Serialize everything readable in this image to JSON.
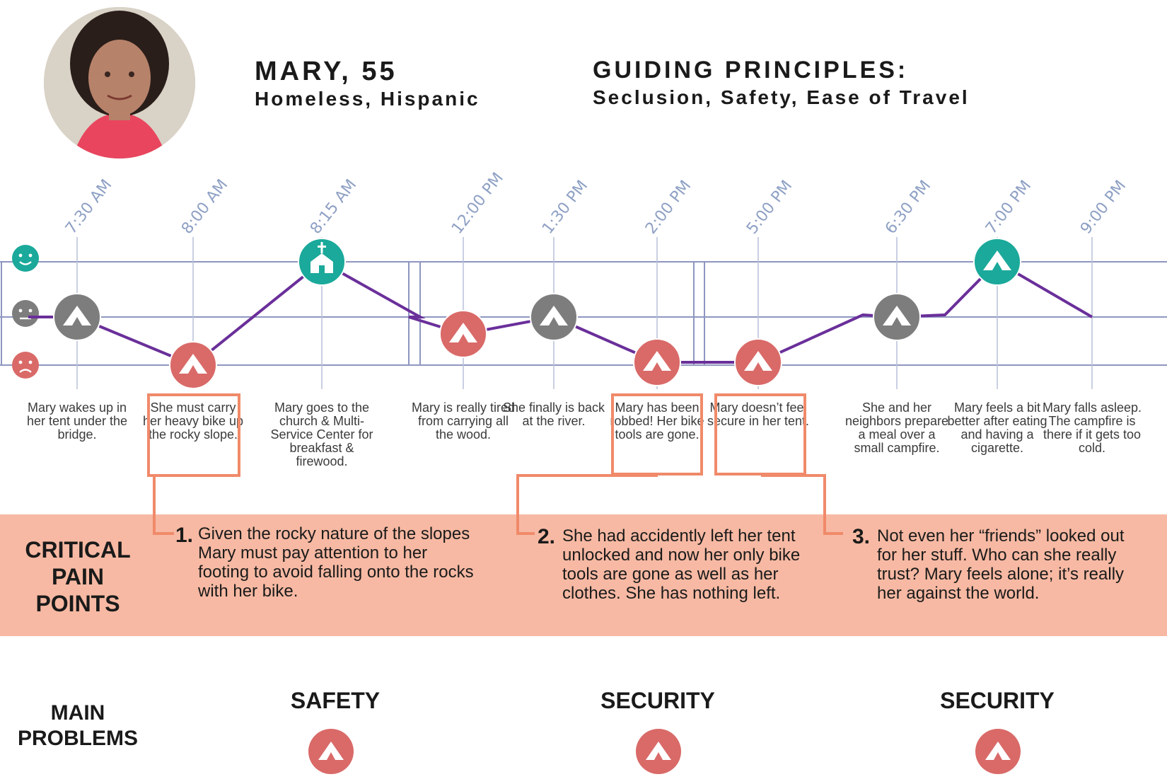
{
  "persona": {
    "name": "MARY, 55",
    "descriptor": "Homeless, Hispanic",
    "principles_heading": "GUIDING PRINCIPLES:",
    "principles": "Seclusion, Safety, Ease of Travel"
  },
  "mood_levels": [
    "happy",
    "neutral",
    "sad"
  ],
  "colors": {
    "happy": "#1aa99a",
    "neutral": "#7d7d7d",
    "sad": "#d96a68",
    "journey_line": "#6a2f9a",
    "grid": "#8e96c0",
    "pain_band": "#f7b9a3",
    "pain_outline": "#f08a6a"
  },
  "timeline": [
    {
      "time": "7:30 AM",
      "mood": "neutral",
      "icon": "tent-icon",
      "caption": "Mary wakes up in her tent under the bridge."
    },
    {
      "time": "8:00 AM",
      "mood": "sad",
      "icon": "tent-icon",
      "caption": "She must carry her heavy bike up the rocky slope.",
      "pain_ref": 1
    },
    {
      "time": "8:15 AM",
      "mood": "happy",
      "icon": "church-icon",
      "caption": "Mary goes to the church & Multi-Service Center for breakfast & firewood."
    },
    {
      "time": "12:00 PM",
      "mood": "sad",
      "icon": "tent-icon",
      "caption": "Mary is really tired from carrying all the wood."
    },
    {
      "time": "1:30 PM",
      "mood": "neutral",
      "icon": "tent-icon",
      "caption": "She finally is back at the river."
    },
    {
      "time": "2:00 PM",
      "mood": "sad",
      "icon": "tent-icon",
      "caption": "Mary has been robbed! Her bike tools are gone.",
      "pain_ref": 2
    },
    {
      "time": "5:00 PM",
      "mood": "sad",
      "icon": "tent-icon",
      "caption": "Mary doesn’t feel secure in her tent.",
      "pain_ref": 3
    },
    {
      "time": "6:30 PM",
      "mood": "neutral",
      "icon": "tent-icon",
      "caption": "She and her neighbors prepare a meal over a small campfire."
    },
    {
      "time": "7:00 PM",
      "mood": "happy",
      "icon": "tent-icon",
      "caption": "Mary feels a bit better after eating and having a cigarette."
    },
    {
      "time": "9:00 PM",
      "mood": "neutral",
      "icon": "none",
      "caption": "Mary falls asleep. The campfire is there if it gets too cold."
    }
  ],
  "pain_points": {
    "heading": "CRITICAL PAIN POINTS",
    "items": [
      {
        "number": "1.",
        "text": "Given the rocky nature of the slopes Mary must pay attention to her footing to avoid falling onto the rocks with her bike."
      },
      {
        "number": "2.",
        "text": "She had accidently left her tent unlocked and now her only bike tools are gone as well as her clothes. She has nothing left."
      },
      {
        "number": "3.",
        "text": "Not even her “friends” looked out for her stuff. Who can she really trust? Mary feels alone; it’s really her against the world."
      }
    ]
  },
  "main_problems": {
    "heading": "MAIN PROBLEMS",
    "items": [
      {
        "label": "SAFETY",
        "icon": "tent-icon"
      },
      {
        "label": "SECURITY",
        "icon": "tent-icon"
      },
      {
        "label": "SECURITY",
        "icon": "tent-icon"
      }
    ]
  }
}
